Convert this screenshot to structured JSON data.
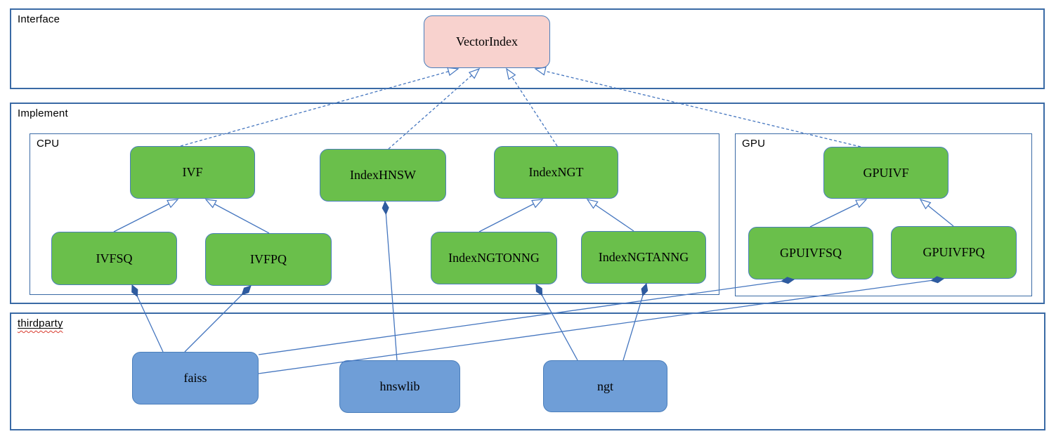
{
  "diagram": {
    "sections": {
      "interface": {
        "label": "Interface"
      },
      "implement": {
        "label": "Implement"
      },
      "cpu": {
        "label": "CPU"
      },
      "gpu": {
        "label": "GPU"
      },
      "thirdparty": {
        "label": "thirdparty"
      }
    },
    "nodes": {
      "vectorindex": {
        "label": "VectorIndex"
      },
      "ivf": {
        "label": "IVF"
      },
      "indexhnsw": {
        "label": "IndexHNSW"
      },
      "indexngt": {
        "label": "IndexNGT"
      },
      "ivfsq": {
        "label": "IVFSQ"
      },
      "ivfpq": {
        "label": "IVFPQ"
      },
      "indexngtonng": {
        "label": "IndexNGTONNG"
      },
      "indexngtanng": {
        "label": "IndexNGTANNG"
      },
      "gpuivf": {
        "label": "GPUIVF"
      },
      "gpuivfsq": {
        "label": "GPUIVFSQ"
      },
      "gpuivfpq": {
        "label": "GPUIVFPQ"
      },
      "faiss": {
        "label": "faiss"
      },
      "hnswlib": {
        "label": "hnswlib"
      },
      "ngt": {
        "label": "ngt"
      }
    },
    "relations": [
      {
        "from": "IVF",
        "to": "VectorIndex",
        "type": "realization"
      },
      {
        "from": "IndexHNSW",
        "to": "VectorIndex",
        "type": "realization"
      },
      {
        "from": "IndexNGT",
        "to": "VectorIndex",
        "type": "realization"
      },
      {
        "from": "GPUIVF",
        "to": "VectorIndex",
        "type": "realization"
      },
      {
        "from": "IVFSQ",
        "to": "IVF",
        "type": "inheritance"
      },
      {
        "from": "IVFPQ",
        "to": "IVF",
        "type": "inheritance"
      },
      {
        "from": "IndexNGTONNG",
        "to": "IndexNGT",
        "type": "inheritance"
      },
      {
        "from": "IndexNGTANNG",
        "to": "IndexNGT",
        "type": "inheritance"
      },
      {
        "from": "GPUIVFSQ",
        "to": "GPUIVF",
        "type": "inheritance"
      },
      {
        "from": "GPUIVFPQ",
        "to": "GPUIVF",
        "type": "inheritance"
      },
      {
        "from": "IndexHNSW",
        "to": "hnswlib",
        "type": "composition"
      },
      {
        "from": "IVFSQ",
        "to": "faiss",
        "type": "composition"
      },
      {
        "from": "IVFPQ",
        "to": "faiss",
        "type": "composition"
      },
      {
        "from": "IndexNGTONNG",
        "to": "ngt",
        "type": "composition"
      },
      {
        "from": "IndexNGTANNG",
        "to": "ngt",
        "type": "composition"
      },
      {
        "from": "GPUIVFSQ",
        "to": "faiss",
        "type": "composition"
      },
      {
        "from": "GPUIVFPQ",
        "to": "faiss",
        "type": "composition"
      }
    ],
    "colors": {
      "section_border": "#3a6aa5",
      "node_border": "#4a7ebb",
      "node_green": "#6abf4b",
      "node_pink": "#f8d2ce",
      "node_blue": "#6f9ed7",
      "edge_blue": "#4576bf",
      "diamond_fill": "#2e5b9f",
      "squiggle_red": "#d83a2e",
      "text": "#000000"
    }
  }
}
